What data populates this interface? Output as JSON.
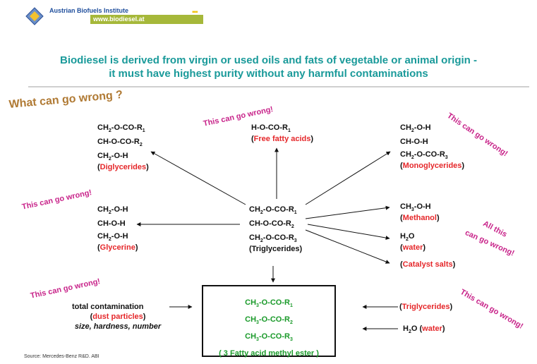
{
  "header": {
    "institute_name": "Austrian Biofuels Institute",
    "institute_url": "www.biodiesel.at"
  },
  "headline": {
    "line1": "Biodiesel is derived from virgin or used oils and fats of vegetable or animal origin  -",
    "line2": "it must have highest purity without any harmful contaminations"
  },
  "question": "What can go wrong ?",
  "warnings": {
    "top_center": "This can go  wrong!",
    "top_right": "This can go wrong!",
    "mid_left": "This can go  wrong!",
    "mid_right_line1": "All this",
    "mid_right_line2": "can go wrong!",
    "bottom_left": "This can go  wrong!",
    "bottom_right": "This can go wrong!"
  },
  "diglycerides": {
    "l1": "CH",
    "l1s": "2",
    "l1b": "-O-CO-R",
    "l1s2": "1",
    "l2": "CH-O-CO-R",
    "l2s": "2",
    "l3": "CH",
    "l3s": "2",
    "l3b": "-O-H",
    "name_open": "(",
    "name": "Diglycerides",
    "name_close": ")"
  },
  "free_fatty_acids": {
    "l1": "H-O-CO-R",
    "l1s": "1",
    "name_open": "(",
    "name": "Free fatty acids",
    "name_close": ")"
  },
  "monoglycerides": {
    "l1": "CH",
    "l1s": "2",
    "l1b": "-O-H",
    "l2": "CH-O-H",
    "l3": "CH",
    "l3s": "2",
    "l3b": "-O-CO-R",
    "l3s2": "3",
    "name_open": "(",
    "name": "Monoglycerides",
    "name_close": ")"
  },
  "glycerine": {
    "l1": "CH",
    "l1s": "2",
    "l1b": "-O-H",
    "l2": "CH-O-H",
    "l3": "CH",
    "l3s": "2",
    "l3b": "-O-H",
    "name_open": "(",
    "name": "Glycerine",
    "name_close": ")"
  },
  "triglycerides": {
    "l1": "CH",
    "l1s": "2",
    "l1b": "-O-CO-R",
    "l1s2": "1",
    "l2": "CH-O-CO-R",
    "l2s": "2",
    "l3": "CH",
    "l3s": "2",
    "l3b": "-O-CO-R",
    "l3s2": "3",
    "name": "(Triglycerides)"
  },
  "methanol": {
    "l1": "CH",
    "l1s": "3",
    "l1b": "-O-H",
    "name_open": "(",
    "name": "Methanol",
    "name_close": ")"
  },
  "water": {
    "l1": "H",
    "l1s": "2",
    "l1b": "O",
    "name_open": "(",
    "name": "water",
    "name_close": ")"
  },
  "catalyst": {
    "name_open": "(",
    "name": "Catalyst salts",
    "name_close": ")"
  },
  "contamination": {
    "line1": "total contamination",
    "name_open": "(",
    "name": "dust particles",
    "name_close": ")",
    "line3": "size, hardness, number"
  },
  "fame": {
    "l1": "CH",
    "l1s": "3",
    "l1b": "-O-CO-R",
    "l1s2": "1",
    "l2": "CH",
    "l2s": "3",
    "l2b": "-O-CO-R",
    "l2s2": "2",
    "l3": "CH",
    "l3s": "3",
    "l3b": "-O-CO-R",
    "l3s2": "3",
    "name": "( 3 Fatty acid methyl ester )"
  },
  "right_inputs": {
    "trig_open": "(",
    "trig": "Triglycerides",
    "trig_close": ")",
    "water_h": "H",
    "water_s": "2",
    "water_o": "O",
    "water_open": " (",
    "water": "water",
    "water_close": ")"
  },
  "source": "Source: Mercedes-Benz R&D. ABI",
  "colors": {
    "headline": "#1a9a9a",
    "warning": "#c8248a",
    "question": "#b07a34",
    "red": "#e5272a",
    "green": "#1a9a2a"
  }
}
